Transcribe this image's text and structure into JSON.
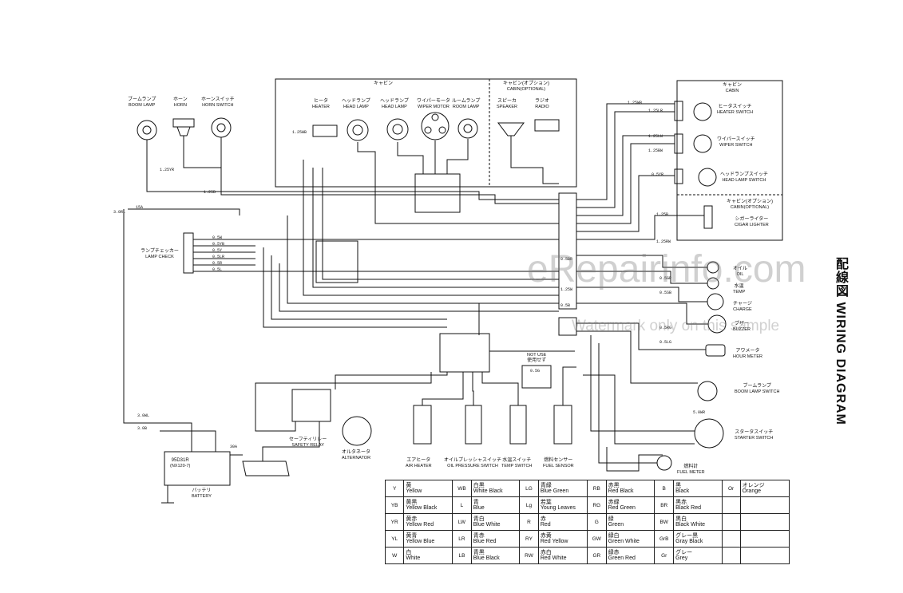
{
  "title": "WIRING DIAGRAM",
  "title_jp": "配線図",
  "watermark": {
    "site": "eRepairinfo.com",
    "note": "Watermark only on this sample"
  },
  "components": {
    "boom_lamp": {
      "jp": "ブームランプ",
      "en": "BOOM LAMP"
    },
    "horn": {
      "jp": "ホーン",
      "en": "HORN"
    },
    "horn_switch": {
      "jp": "ホーンスイッチ",
      "en": "HORN SWITCH"
    },
    "cabin": {
      "jp": "キャビン",
      "en": "CABIN"
    },
    "cabin_optional": {
      "jp": "キャビン(オプション)",
      "en": "CABIN(OPTIONAL)"
    },
    "heater": {
      "jp": "ヒータ",
      "en": "HEATER"
    },
    "head_lamp_1": {
      "jp": "ヘッドランプ",
      "en": "HEAD LAMP"
    },
    "head_lamp_2": {
      "jp": "ヘッドランプ",
      "en": "HEAD LAMP"
    },
    "wiper_motor": {
      "jp": "ワイパーモータ",
      "en": "WIPER MOTOR"
    },
    "room_lamp": {
      "jp": "ルームランプ",
      "en": "ROOM LAMP"
    },
    "speaker": {
      "jp": "スピーカ",
      "en": "SPEAKER"
    },
    "radio": {
      "jp": "ラジオ",
      "en": "RADIO"
    },
    "cabin_right": {
      "jp": "キャビン",
      "en": "CABIN"
    },
    "heater_switch": {
      "jp": "ヒータスイッチ",
      "en": "HEATER SWITCH"
    },
    "wiper_switch": {
      "jp": "ワイパースイッチ",
      "en": "WIPER SWITCH"
    },
    "head_lamp_switch": {
      "jp": "ヘッドランプスイッチ",
      "en": "HEAD LAMP SWITCH"
    },
    "cabin_optional_right": {
      "jp": "キャビン(オプション)",
      "en": "CABIN(OPTIONAL)"
    },
    "cigar_lighter": {
      "jp": "シガーライター",
      "en": "CIGAR LIGHTER"
    },
    "lamp_check": {
      "jp": "ランプチェッカー",
      "en": "LAMP CHECK"
    },
    "oil": {
      "jp": "オイル",
      "en": "OIL"
    },
    "temp": {
      "jp": "水温",
      "en": "TEMP"
    },
    "charge": {
      "jp": "チャージ",
      "en": "CHARGE"
    },
    "buzzer": {
      "jp": "ブザー",
      "en": "BUZZER"
    },
    "hour_meter": {
      "jp": "アワメータ",
      "en": "HOUR METER"
    },
    "boom_lamp_switch": {
      "jp": "ブームランプ",
      "en": "BOOM LAMP SWITCH"
    },
    "starter_switch": {
      "jp": "スタータスイッチ",
      "en": "STARTER SWITCH"
    },
    "fuel_meter": {
      "jp": "燃料計",
      "en": "FUEL METER"
    },
    "not_use": {
      "jp": "使用せず",
      "en": "NOT USE"
    },
    "safety_relay": {
      "jp": "セーフティリレー",
      "en": "SAFETY RELAY"
    },
    "alternator": {
      "jp": "オルタネータ",
      "en": "ALTERNATOR"
    },
    "air_heater": {
      "jp": "エアヒータ",
      "en": "AIR HEATER"
    },
    "oil_pressure_switch": {
      "jp": "オイルプレッシャスイッチ",
      "en": "OIL PRESSURE SWITCH"
    },
    "temp_switch": {
      "jp": "水温スイッチ",
      "en": "TEMP SWITCH"
    },
    "fuel_sensor": {
      "jp": "燃料センサー",
      "en": "FUEL SENSOR"
    },
    "battery": {
      "jp": "バッテリ",
      "en": "BATTERY"
    },
    "battery_spec": {
      "jp": "95D31R",
      "en": "(NX120-7)"
    }
  },
  "wires": {
    "w1": "1.25WB",
    "w2": "1.25LR",
    "w3": "1.25BW",
    "w4": "1.25LW",
    "w5": "1.25B",
    "w6": "0.5LR",
    "w7": "0.5B",
    "w8": "0.5L",
    "w9": "1.25W",
    "w10": "0.5W",
    "w11": "0.5G",
    "w12": "0.5R",
    "w13": "0.5Y",
    "w14": "0.5BR",
    "w15": "0.5YR",
    "w16": "0.5YB",
    "w17": "0.5GR",
    "w18": "3.0RL",
    "w19": "3.0WL",
    "w20": "3.0B",
    "w21": "5.0WR",
    "w22": "1.25RW",
    "w23": "0.5SB",
    "w24": "0.5LG",
    "w25": "0.5RG",
    "w26": "15A",
    "w27": "30A",
    "w28": "1.25YR"
  },
  "legend": {
    "rows": [
      [
        {
          "code": "Y",
          "jp": "黄",
          "en": "Yellow"
        },
        {
          "code": "WB",
          "jp": "白黒",
          "en": "White Black"
        },
        {
          "code": "LG",
          "jp": "青緑",
          "en": "Blue Green"
        },
        {
          "code": "RB",
          "jp": "赤黒",
          "en": "Red Black"
        },
        {
          "code": "B",
          "jp": "黒",
          "en": "Black"
        },
        {
          "code": "Or",
          "jp": "オレンジ",
          "en": "Orange"
        }
      ],
      [
        {
          "code": "YB",
          "jp": "黄黒",
          "en": "Yellow Black"
        },
        {
          "code": "L",
          "jp": "青",
          "en": "Blue"
        },
        {
          "code": "Lg",
          "jp": "若葉",
          "en": "Young Leaves"
        },
        {
          "code": "RG",
          "jp": "赤緑",
          "en": "Red Green"
        },
        {
          "code": "BR",
          "jp": "黒赤",
          "en": "Black Red"
        },
        {
          "code": "",
          "jp": "",
          "en": ""
        }
      ],
      [
        {
          "code": "YR",
          "jp": "黄赤",
          "en": "Yellow Red"
        },
        {
          "code": "LW",
          "jp": "青白",
          "en": "Blue White"
        },
        {
          "code": "R",
          "jp": "赤",
          "en": "Red"
        },
        {
          "code": "G",
          "jp": "緑",
          "en": "Green"
        },
        {
          "code": "BW",
          "jp": "黒白",
          "en": "Black White"
        },
        {
          "code": "",
          "jp": "",
          "en": ""
        }
      ],
      [
        {
          "code": "YL",
          "jp": "黄青",
          "en": "Yellow Blue"
        },
        {
          "code": "LR",
          "jp": "青赤",
          "en": "Blue Red"
        },
        {
          "code": "RY",
          "jp": "赤黄",
          "en": "Red Yellow"
        },
        {
          "code": "GW",
          "jp": "緑白",
          "en": "Green White"
        },
        {
          "code": "GrB",
          "jp": "グレー黒",
          "en": "Gray Black"
        },
        {
          "code": "",
          "jp": "",
          "en": ""
        }
      ],
      [
        {
          "code": "W",
          "jp": "白",
          "en": "White"
        },
        {
          "code": "LB",
          "jp": "青黒",
          "en": "Blue Black"
        },
        {
          "code": "RW",
          "jp": "赤白",
          "en": "Red White"
        },
        {
          "code": "GR",
          "jp": "緑赤",
          "en": "Green Red"
        },
        {
          "code": "Gr",
          "jp": "グレー",
          "en": "Grey"
        },
        {
          "code": "",
          "jp": "",
          "en": ""
        }
      ]
    ]
  }
}
